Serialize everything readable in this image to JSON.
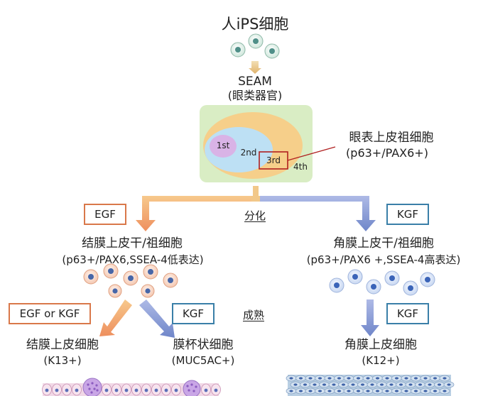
{
  "top": {
    "title": "人iPS细胞",
    "seam": "SEAM",
    "seam_sub": "(眼类器官)"
  },
  "organoid": {
    "zone1": "1st",
    "zone2": "2nd",
    "zone3": "3rd",
    "zone4": "4th",
    "callout_title": "眼表上皮祖细胞",
    "callout_sub": "(p63+/PAX6+)"
  },
  "branch": {
    "label": "分化",
    "left_factor": "EGF",
    "right_factor": "KGF"
  },
  "conjunctival": {
    "title": "结膜上皮干/祖细胞",
    "sub": "(p63+/PAX6,SSEA-4低表达)"
  },
  "corneal": {
    "title": "角膜上皮干/祖细胞",
    "sub": "(p63+/PAX6 +,SSEA-4高表达)"
  },
  "maturation": {
    "label": "成熟",
    "left_factor": "EGF or KGF",
    "middle_factor": "KGF",
    "right_factor": "KGF"
  },
  "outputs": {
    "conj_epi_title": "结膜上皮细胞",
    "conj_epi_sub": "(K13+)",
    "goblet_title": "膜杯状细胞",
    "goblet_sub": "(MUC5AC+)",
    "corneal_epi_title": "角膜上皮细胞",
    "corneal_epi_sub": "(K12+)"
  },
  "colors": {
    "seam_arrow": "#e8c58a",
    "organoid_bg": "#d9edc4",
    "zone_outer": "#f6cf8a",
    "zone_mid": "#bde0f4",
    "zone_inner": "#d9b3e6",
    "arrow_orange": "#ee9a6a",
    "arrow_blue": "#7f93d0",
    "box_orange": "#d9784a",
    "box_blue": "#3a7fa8",
    "callout_line": "#b02020"
  }
}
